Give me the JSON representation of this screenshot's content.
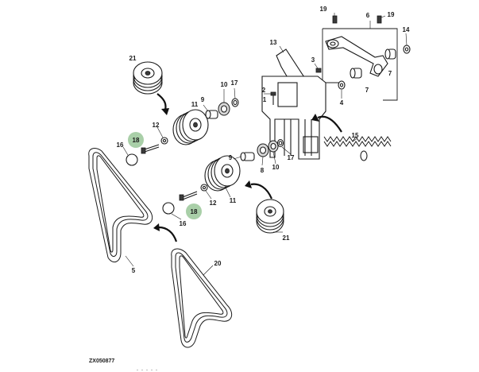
{
  "figure": {
    "figure_id": "ZX050877"
  },
  "callouts": [
    {
      "key": "c19a",
      "text": "19"
    },
    {
      "key": "c6",
      "text": "6"
    },
    {
      "key": "c19b",
      "text": "19"
    },
    {
      "key": "c14",
      "text": "14"
    },
    {
      "key": "c13",
      "text": "13"
    },
    {
      "key": "c3",
      "text": "3"
    },
    {
      "key": "c7a",
      "text": "7"
    },
    {
      "key": "c7b",
      "text": "7"
    },
    {
      "key": "c4",
      "text": "4"
    },
    {
      "key": "c21a",
      "text": "21"
    },
    {
      "key": "c9a",
      "text": "9"
    },
    {
      "key": "c10a",
      "text": "10"
    },
    {
      "key": "c17a",
      "text": "17"
    },
    {
      "key": "c2",
      "text": "2"
    },
    {
      "key": "c1",
      "text": "1"
    },
    {
      "key": "c11a",
      "text": "11"
    },
    {
      "key": "c12a",
      "text": "12"
    },
    {
      "key": "c16a",
      "text": "16"
    },
    {
      "key": "c18a",
      "text": "18"
    },
    {
      "key": "c15",
      "text": "15"
    },
    {
      "key": "c9b",
      "text": "9"
    },
    {
      "key": "c8",
      "text": "8"
    },
    {
      "key": "c10b",
      "text": "10"
    },
    {
      "key": "c17b",
      "text": "17"
    },
    {
      "key": "c11b",
      "text": "11"
    },
    {
      "key": "c12b",
      "text": "12"
    },
    {
      "key": "c18b",
      "text": "18"
    },
    {
      "key": "c16b",
      "text": "16"
    },
    {
      "key": "c21b",
      "text": "21"
    },
    {
      "key": "c5",
      "text": "5"
    },
    {
      "key": "c20",
      "text": "20"
    }
  ],
  "colors": {
    "highlight": "#a9cfa8",
    "line": "#1a1a1a"
  }
}
